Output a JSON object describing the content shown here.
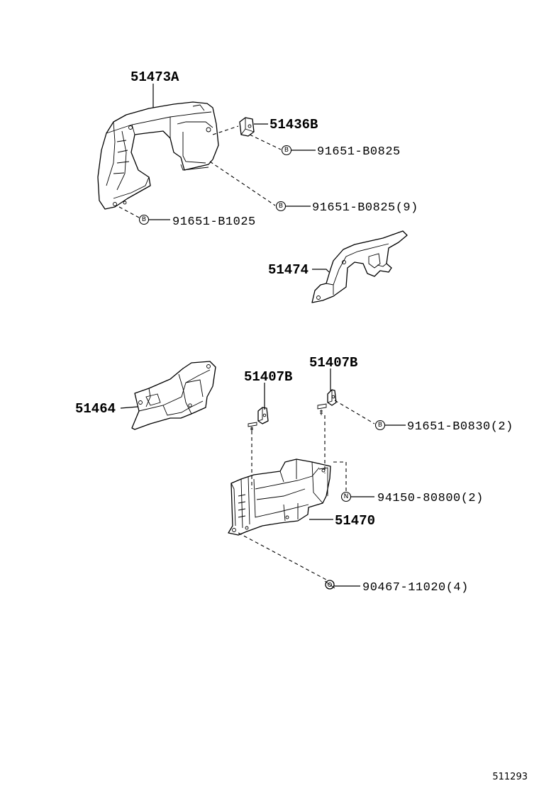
{
  "parts": {
    "p51473a": "51473A",
    "p51436b": "51436B",
    "p51474": "51474",
    "p51464": "51464",
    "p51407b_left": "51407B",
    "p51407b_right": "51407B",
    "p51470": "51470"
  },
  "fasteners": {
    "f91651_b0825": "91651-B0825",
    "f91651_b0825_9": "91651-B0825(9)",
    "f91651_b1025": "91651-B1025",
    "f91651_b0830_2": "91651-B0830(2)",
    "f94150_80800_2": "94150-80800(2)",
    "f90467_11020_4": "90467-11020(4)"
  },
  "symbols": {
    "bolt": "B",
    "nut": "N"
  },
  "reference_code": "511293"
}
